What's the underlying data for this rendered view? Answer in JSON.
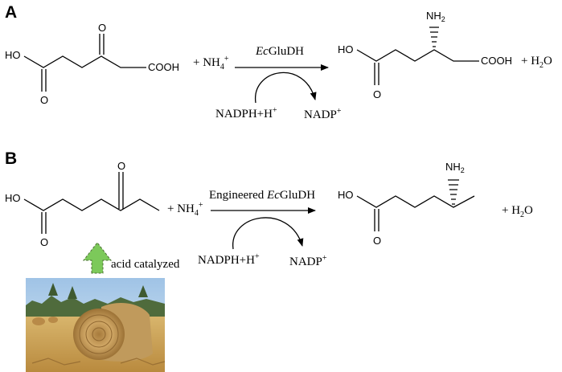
{
  "panel_a": {
    "label": "A",
    "substrate": {
      "oh": "HO",
      "o_ketone": "O",
      "o_acid": "O",
      "cooh": "COOH"
    },
    "plus_nh4": "+ NH",
    "nh4_sub": "4",
    "nh4_sup": "+",
    "enzyme_prefix": "Ec",
    "enzyme_name": "GluDH",
    "cofactor_in": "NADPH+H",
    "cofactor_in_sup": "+",
    "cofactor_out": "NADP",
    "cofactor_out_sup": "+",
    "product": {
      "oh": "HO",
      "o_acid": "O",
      "nh2": "NH",
      "nh2_sub": "2",
      "cooh": "COOH"
    },
    "plus_water": "+ H",
    "water_sub": "2",
    "water_o": "O"
  },
  "panel_b": {
    "label": "B",
    "substrate": {
      "oh": "HO",
      "o_ketone": "O",
      "o_acid": "O"
    },
    "plus_nh4": "+ NH",
    "nh4_sub": "4",
    "nh4_sup": "+",
    "enzyme_pre": "Engineered ",
    "enzyme_prefix": "Ec",
    "enzyme_name": "GluDH",
    "cofactor_in": "NADPH+H",
    "cofactor_in_sup": "+",
    "cofactor_out": "NADP",
    "cofactor_out_sup": "+",
    "product": {
      "oh": "HO",
      "o_acid": "O",
      "nh2": "NH",
      "nh2_sub": "2"
    },
    "plus_water": "+ H",
    "water_sub": "2",
    "water_o": "O",
    "acid_label": "acid catalyzed",
    "hay_image": "hay-bale-field-photo"
  },
  "colors": {
    "ink": "#000000",
    "arrow_green": "#7cc95a",
    "sky": "#b9d3ea",
    "field": "#d9b36a",
    "bale": "#c8a160"
  }
}
